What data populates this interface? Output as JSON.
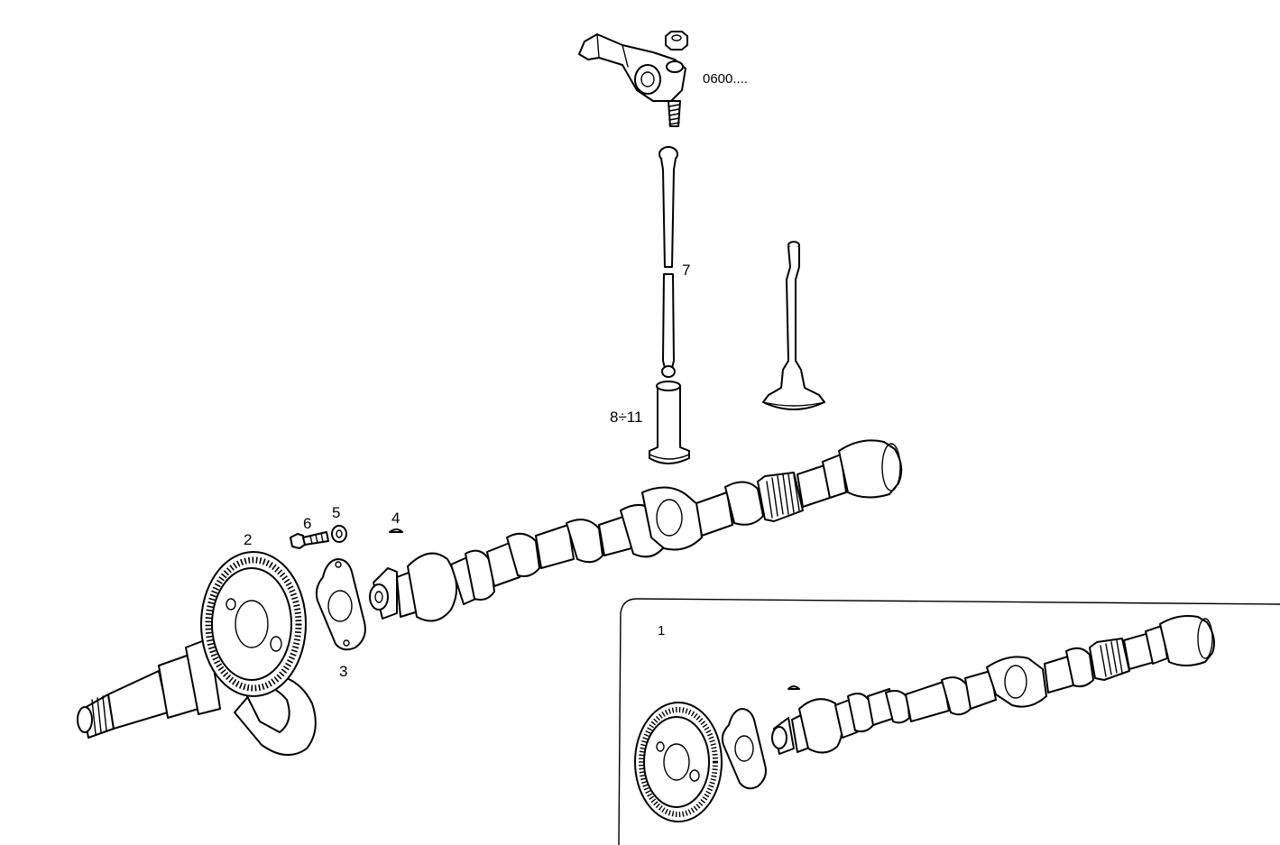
{
  "labels": {
    "rocker_ref": "0600....",
    "push_rod": "7",
    "tappet": "8÷11",
    "gear": "2",
    "plate": "3",
    "key": "4",
    "washer": "5",
    "screw": "6",
    "assembly": "1"
  }
}
